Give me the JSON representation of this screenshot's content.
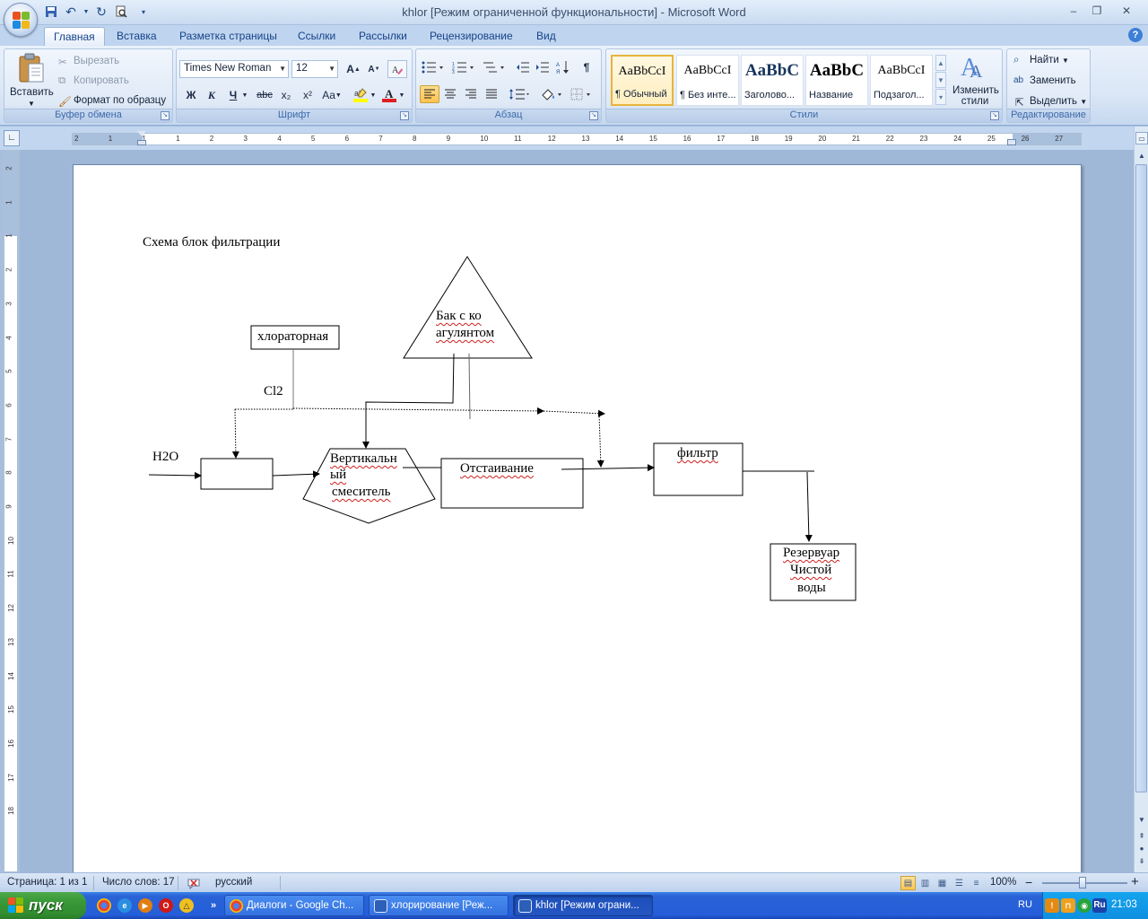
{
  "window": {
    "title": "khlor [Режим ограниченной функциональности] - Microsoft Word",
    "minimize": "–",
    "maximize": "❐",
    "close": "✕"
  },
  "tabs": [
    "Главная",
    "Вставка",
    "Разметка страницы",
    "Ссылки",
    "Рассылки",
    "Рецензирование",
    "Вид"
  ],
  "clipboard": {
    "paste": "Вставить",
    "cut": "Вырезать",
    "copy": "Копировать",
    "format_painter": "Формат по образцу",
    "group": "Буфер обмена"
  },
  "font": {
    "name": "Times New Roman",
    "size": "12",
    "group": "Шрифт",
    "bold": "Ж",
    "italic": "К",
    "underline": "Ч",
    "strike": "abc",
    "subscript": "x₂",
    "superscript": "x²",
    "change_case": "Aa",
    "grow": "A",
    "shrink": "A"
  },
  "paragraph": {
    "group": "Абзац",
    "pilcrow": "¶"
  },
  "styles": {
    "group": "Стили",
    "items": [
      {
        "sample": "AaBbCcI",
        "name": "¶ Обычный"
      },
      {
        "sample": "AaBbCcI",
        "name": "¶ Без инте..."
      },
      {
        "sample": "AaBbC",
        "name": "Заголово..."
      },
      {
        "sample": "AaBbC",
        "name": "Название"
      },
      {
        "sample": "AaBbCcI",
        "name": "Подзагол..."
      }
    ],
    "change_styles": "Изменить стили"
  },
  "editing": {
    "group": "Редактирование",
    "find": "Найти",
    "replace": "Заменить",
    "select": "Выделить"
  },
  "ruler": {
    "h": [
      "2",
      "1",
      "1",
      "1",
      "2",
      "3",
      "4",
      "5",
      "6",
      "7",
      "8",
      "9",
      "10",
      "11",
      "12",
      "13",
      "14",
      "15",
      "16",
      "17",
      "18",
      "19",
      "20",
      "21",
      "22",
      "23",
      "24",
      "25",
      "26",
      "27"
    ],
    "v": [
      "2",
      "1",
      "1",
      "2",
      "3",
      "4",
      "5",
      "6",
      "7",
      "8",
      "9",
      "10",
      "11",
      "12",
      "13",
      "14",
      "15",
      "16",
      "17",
      "18"
    ]
  },
  "document": {
    "heading": "Схема блок фильтрации",
    "diagram": {
      "chlorinator": "хлораторная",
      "tank_line1": "Бак с ко",
      "tank_line2": "агулянтом",
      "cl2": "Cl2",
      "h2o": "H2O",
      "mixer_line1": "Вертикальн",
      "mixer_line2": "ый",
      "mixer_line3": "смеситель",
      "settling": "Отстаивание",
      "filter": "фильтр",
      "reservoir_line1": "Резервуар",
      "reservoir_line2": "Чистой",
      "reservoir_line3": "воды"
    }
  },
  "statusbar": {
    "page": "Страница: 1 из 1",
    "words": "Число слов: 17",
    "language": "русский",
    "zoom": "100%",
    "zoom_minus": "−",
    "zoom_plus": "+"
  },
  "taskbar": {
    "start": "пуск",
    "tasks": [
      {
        "label": "Диалоги - Google Ch...",
        "active": false
      },
      {
        "label": "хлорирование [Реж...",
        "active": false
      },
      {
        "label": "khlor [Режим ограни...",
        "active": true
      }
    ],
    "input_lang": "RU",
    "tray_lang": "Ru",
    "clock": "21:03"
  }
}
